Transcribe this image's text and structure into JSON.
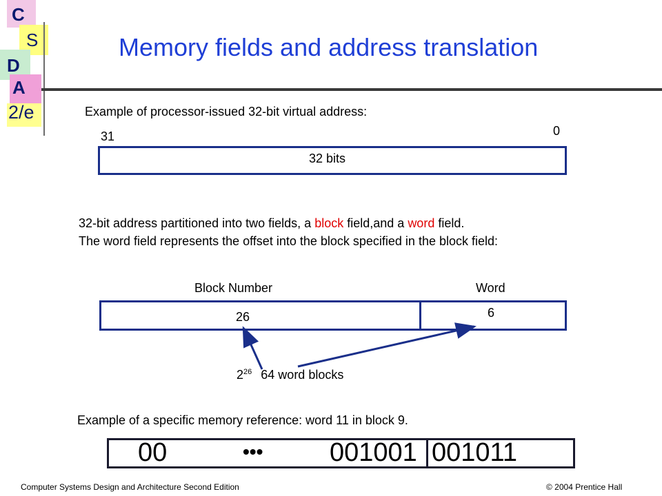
{
  "logo": {
    "letters": [
      "C",
      "S",
      "D",
      "A"
    ],
    "edition": "2/e",
    "colors": {
      "c": "#f2c8e6",
      "s": "#ffff80",
      "d": "#c8ecd0",
      "a": "#f0a0d8",
      "e": "#ffff90"
    }
  },
  "title": "Memory fields and address translation",
  "example1": {
    "caption": "Example of processor-issued 32-bit virtual address:",
    "high_bit": "31",
    "low_bit": "0",
    "box_label": "32 bits"
  },
  "partition": {
    "line1_prefix": "32-bit address partitioned into two fields, a ",
    "line1_block": "block",
    "line1_mid": " field,and a ",
    "line1_word": "word",
    "line1_suffix": " field.",
    "line2": "The word field represents the offset into the block specified in the block field:"
  },
  "fields": {
    "block_header": "Block Number",
    "word_header": "Word",
    "block_bits": "26",
    "word_bits": "6"
  },
  "annotation": {
    "base": "2",
    "exponent": "26",
    "text": "64 word blocks"
  },
  "example2": {
    "caption": "Example of a specific memory reference: word 11 in block 9.",
    "prefix": "00",
    "ellipsis": "•••",
    "block_value": "001001",
    "word_value": "001011"
  },
  "footer": {
    "left": "Computer Systems Design and Architecture Second Edition",
    "right": "© 2004 Prentice Hall"
  },
  "colors": {
    "title": "#1f3fd6",
    "box_border": "#1a2f8a",
    "highlight": "#e00000"
  }
}
